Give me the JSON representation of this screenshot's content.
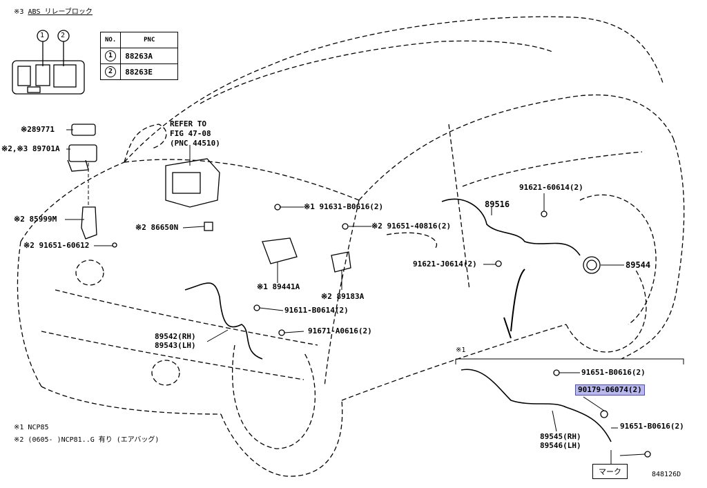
{
  "header": {
    "note_marker": "※3",
    "title": "ABS リレーブロック"
  },
  "relay": {
    "pos1": "1",
    "pos2": "2"
  },
  "table": {
    "col_no": "NO.",
    "col_pnc": "PNC",
    "rows": [
      {
        "no": "1",
        "pnc": "88263A"
      },
      {
        "no": "2",
        "pnc": "88263E"
      }
    ]
  },
  "labels": {
    "p89771": "※289771",
    "p89701a": "※2,※3 89701A",
    "p85999m": "※2 85999M",
    "p91651_60612": "※2 91651-60612",
    "refer1": "REFER TO",
    "refer2": "FIG 47-08",
    "refer3": "(PNC 44510)",
    "p86650n": "※2 86650N",
    "p91631": "※1 91631-B0616(2)",
    "p91651_40816": "※2 91651-40816(2)",
    "p89441a": "※1 89441A",
    "p89183a": "※2 89183A",
    "p91611": "91611-B0614(2)",
    "p91671": "91671-A0616(2)",
    "p89542": "89542(RH)",
    "p89543": "89543(LH)",
    "p91621_60614": "91621-60614(2)",
    "p89516": "89516",
    "p91621_j0614": "91621-J0614(2)",
    "p89544": "89544",
    "inset_marker": "※1",
    "p91651_b0616a": "91651-B0616(2)",
    "p90179": "90179-06074(2)",
    "p91651_b0616b": "91651-B0616(2)",
    "p89545": "89545(RH)",
    "p89546": "89546(LH)",
    "mark": "マーク",
    "note1": "※1 NCP85",
    "note2": "※2 (0605-     )NCP81..G 有り (エアバッグ)",
    "figure_id": "848126D"
  },
  "colors": {
    "highlight": "#b8b8ee",
    "highlight_border": "#4a4ac8"
  }
}
